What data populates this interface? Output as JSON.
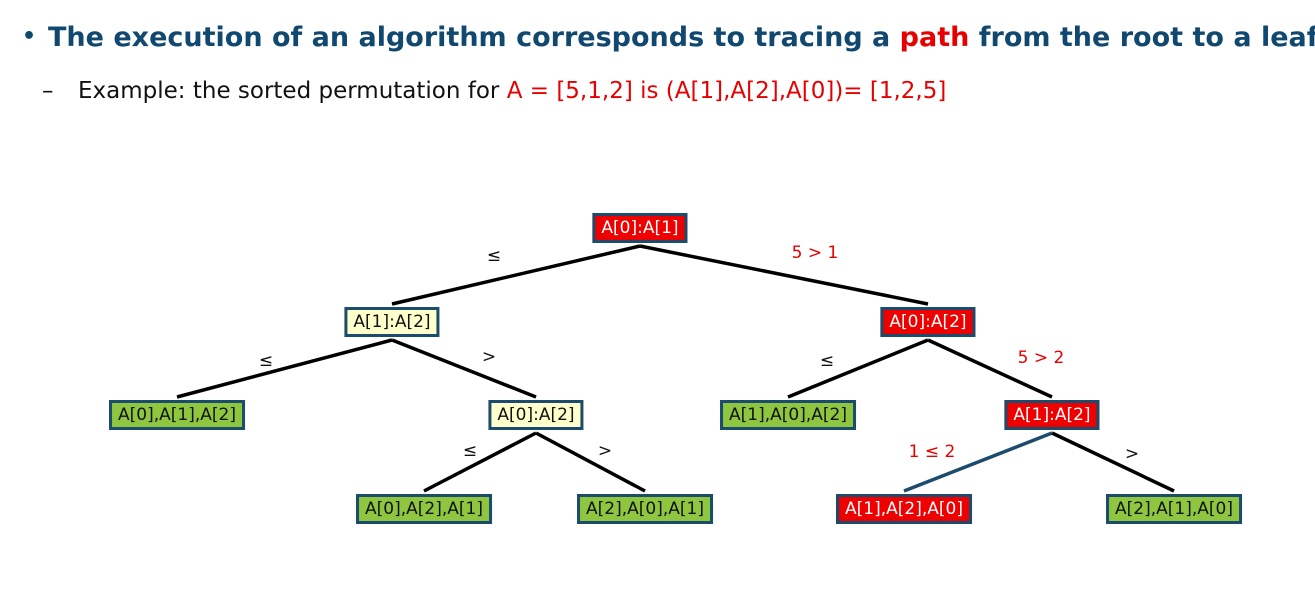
{
  "bullet": {
    "text_before": "The execution of an algorithm corresponds to tracing a ",
    "highlight": "path",
    "text_after": " from the root to a leaf"
  },
  "sub_bullet": {
    "dash": "–",
    "text": "Example: the sorted permutation for ",
    "highlight": "A = [5,1,2] is (A[1],A[2],A[0])= [1,2,5]"
  },
  "colors": {
    "title_blue": "#114870",
    "highlight_red": "#e60000",
    "leaf_green": "#8ec63f",
    "inner_yellow": "#ffffcc",
    "path_red": "#ee0000",
    "border_blue": "#1b4b6d"
  },
  "tree": {
    "nodes": [
      {
        "id": "root",
        "label": "A[0]:A[1]",
        "kind": "path"
      },
      {
        "id": "n_a1a2",
        "label": "A[1]:A[2]",
        "kind": "inner"
      },
      {
        "id": "n_a0a2_right",
        "label": "A[0]:A[2]",
        "kind": "path"
      },
      {
        "id": "leaf_012",
        "label": "A[0],A[1],A[2]",
        "kind": "leaf"
      },
      {
        "id": "n_a0a2_left",
        "label": "A[0]:A[2]",
        "kind": "inner"
      },
      {
        "id": "leaf_102",
        "label": "A[1],A[0],A[2]",
        "kind": "leaf"
      },
      {
        "id": "n_a1a2_right",
        "label": "A[1]:A[2]",
        "kind": "path"
      },
      {
        "id": "leaf_021",
        "label": "A[0],A[2],A[1]",
        "kind": "leaf"
      },
      {
        "id": "leaf_201",
        "label": "A[2],A[0],A[1]",
        "kind": "leaf"
      },
      {
        "id": "leaf_120",
        "label": "A[1],A[2],A[0]",
        "kind": "path"
      },
      {
        "id": "leaf_210",
        "label": "A[2],A[1],A[0]",
        "kind": "leaf"
      }
    ],
    "edges": [
      {
        "from": "root",
        "to": "n_a1a2",
        "label": "≤",
        "path": false
      },
      {
        "from": "root",
        "to": "n_a0a2_right",
        "label": "5 > 1",
        "path": true
      },
      {
        "from": "n_a1a2",
        "to": "leaf_012",
        "label": "≤",
        "path": false
      },
      {
        "from": "n_a1a2",
        "to": "n_a0a2_left",
        "label": ">",
        "path": false
      },
      {
        "from": "n_a0a2_right",
        "to": "leaf_102",
        "label": "≤",
        "path": false
      },
      {
        "from": "n_a0a2_right",
        "to": "n_a1a2_right",
        "label": "5 > 2",
        "path": true
      },
      {
        "from": "n_a0a2_left",
        "to": "leaf_021",
        "label": "≤",
        "path": false
      },
      {
        "from": "n_a0a2_left",
        "to": "leaf_201",
        "label": ">",
        "path": false
      },
      {
        "from": "n_a1a2_right",
        "to": "leaf_120",
        "label": "1 ≤ 2",
        "path": true
      },
      {
        "from": "n_a1a2_right",
        "to": "leaf_210",
        "label": ">",
        "path": false
      }
    ]
  }
}
